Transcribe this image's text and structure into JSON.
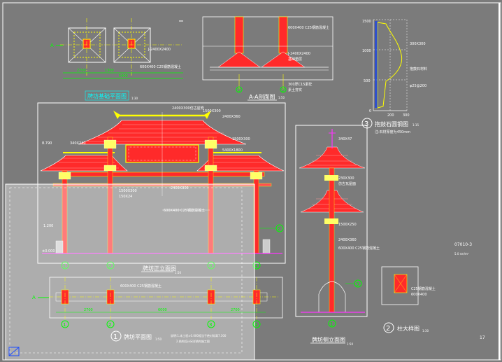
{
  "sheet": {
    "drawing_no": "07010-3",
    "drawing_sub": "5.0 sm/m²",
    "page_no": "17"
  },
  "top_plans": {
    "title": "牌坊基础平面图",
    "scale": "1:30",
    "label_a": "A",
    "notes": [
      "J-2400X2400",
      "600X400 C25钢筋混凝土"
    ],
    "dims": [
      "2700",
      "1300",
      "5400"
    ]
  },
  "section_aa": {
    "title": "A-A剖面图",
    "scale": "1:50",
    "notes": [
      "600X400 C25钢筋混凝土",
      "J-2400X2400",
      "基础垫层",
      "300厚C15素砼",
      "素土夯实"
    ],
    "axes": [
      "1",
      "2"
    ]
  },
  "drum_stone": {
    "number": "3",
    "title": "抱鼓石圆钢图",
    "scale": "1:15",
    "note": "注:石材厚度为450mm",
    "ticks": [
      "1500",
      "1000",
      "500",
      "0"
    ],
    "xticks": [
      "200",
      "300"
    ],
    "notes": [
      "300X300",
      "抱鼓石材料",
      "φ25@200"
    ]
  },
  "front_elevation": {
    "title": "牌坊正立面图",
    "scale": "1:50",
    "notes": [
      "2400X300仿古屋脊",
      "1500X300",
      "2400X360",
      "1500X300",
      "5400X1800",
      "340X240",
      "600X400 C25钢筋混凝土",
      "2400X300",
      "1500X300",
      "150X24"
    ],
    "axes": [
      "1",
      "2",
      "3",
      "4"
    ],
    "callout": "2",
    "heights": [
      "8.790",
      "1.200",
      "±0.000"
    ]
  },
  "side_elevation": {
    "title": "牌坊侧立面图",
    "scale": "1:50",
    "notes": [
      "340X47",
      "230X300",
      "仿古瓦屋面",
      "1500X250",
      "2400X360",
      "600X400 C25钢筋混凝土"
    ],
    "axis": "1",
    "callout": "3"
  },
  "column_detail": {
    "number": "2",
    "title": "柱大样图",
    "scale": "1:30",
    "notes": [
      "C25钢筋混凝土",
      "600X400"
    ]
  },
  "plan": {
    "number": "1",
    "title": "牌坊平面图",
    "scale": "1:50",
    "beam_note": "600X400 C25钢筋混凝土",
    "label_a": "A",
    "dims": [
      "2700",
      "6000",
      "2700"
    ],
    "axes": [
      "1",
      "2",
      "3",
      "4"
    ],
    "notes": [
      "说明:1.本工程±0.000相当于绝对标高7.300",
      "2.结构设计另详结构施工图"
    ]
  },
  "colors": {
    "background": "#7b7b7b",
    "roof": "#ff2a2a",
    "tile": "#ff6a6a",
    "column": "#ff2a2a",
    "dim": "#00ff00",
    "text_white": "#ffffff",
    "text_yellow": "#ffff00",
    "magenta": "#ff33ff",
    "cyan": "#00ffff",
    "overlay": "#ffffff"
  }
}
